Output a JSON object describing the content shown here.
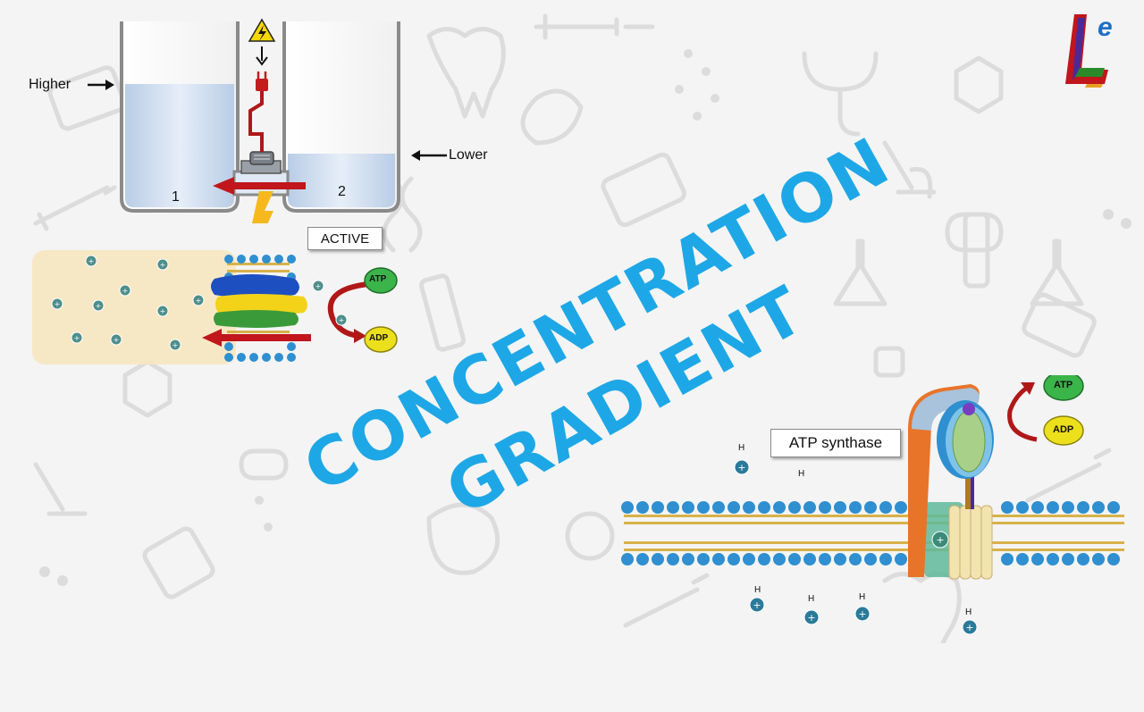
{
  "gradient_tanks": {
    "higher_label": "Higher",
    "lower_label": "Lower",
    "tank_1_label": "1",
    "tank_2_label": "2"
  },
  "active_transport": {
    "active_label": "ACTIVE",
    "atp_label": "ATP",
    "adp_label": "ADP"
  },
  "title": {
    "line1": "CONCENTRATION",
    "line2": "GRADIENT"
  },
  "atp_synthase": {
    "label": "ATP synthase",
    "atp_label": "ATP",
    "adp_label": "ADP",
    "proton_symbol": "H"
  },
  "colors": {
    "title": "#1ea7e6",
    "water": "#c8d9ee",
    "arrow_red": "#c0161c",
    "atp_green": "#3bb44a",
    "adp_yellow": "#ece01c",
    "membrane_head": "#2f8fd0",
    "membrane_tail": "#d8b24a"
  }
}
